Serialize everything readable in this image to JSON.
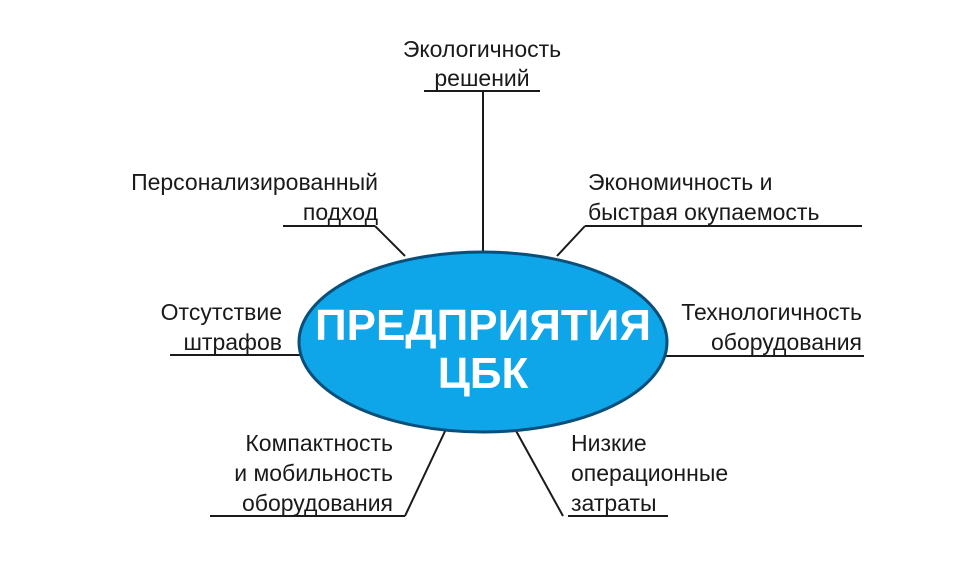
{
  "center": {
    "line1": "ПРЕДПРИЯТИЯ",
    "line2": "ЦБК",
    "fill_color": "#0ea5e9"
  },
  "nodes": {
    "ecology": {
      "line1": "Экологичность",
      "line2": "решений"
    },
    "economy": {
      "line1": "Экономичность и",
      "line2": "быстрая окупаемость"
    },
    "personal": {
      "line1": "Персонализированный",
      "line2": "подход"
    },
    "tech": {
      "line1": "Технологичность",
      "line2": "оборудования"
    },
    "fines": {
      "line1": "Отсутствие",
      "line2": "штрафов"
    },
    "compact": {
      "line1": "Компактность",
      "line2": "и мобильность",
      "line3": "оборудования"
    },
    "costs": {
      "line1": "Низкие",
      "line2": "операционные",
      "line3": "затраты"
    }
  }
}
